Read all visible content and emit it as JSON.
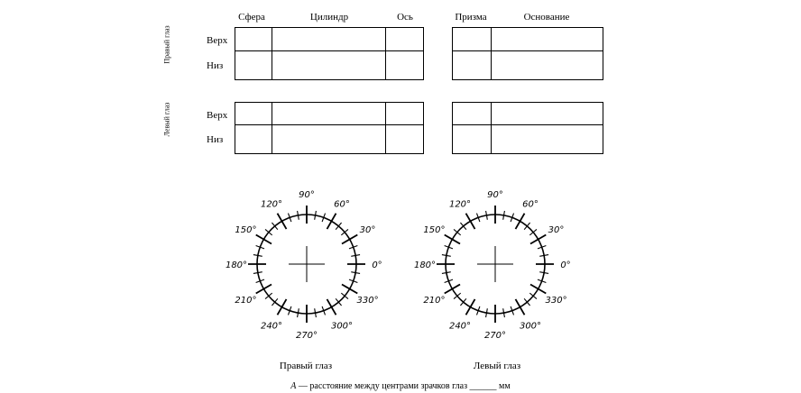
{
  "headers": {
    "sphere": "Сфера",
    "cylinder": "Цилиндр",
    "axis": "Ось",
    "prism": "Призма",
    "base": "Основание"
  },
  "rows": {
    "top": "Верх",
    "bottom": "Низ"
  },
  "eyes": {
    "right_vertical": "Правый глаз",
    "left_vertical": "Левый глаз"
  },
  "dial_labels": [
    "0°",
    "30°",
    "60°",
    "90°",
    "120°",
    "150°",
    "180°",
    "210°",
    "240°",
    "270°",
    "300°",
    "330°"
  ],
  "captions": {
    "right": "Правый глаз",
    "left": "Левый глаз"
  },
  "footer": {
    "letter": "A",
    "text": " — расстояние между центрами зрачков глаз ______ мм"
  }
}
